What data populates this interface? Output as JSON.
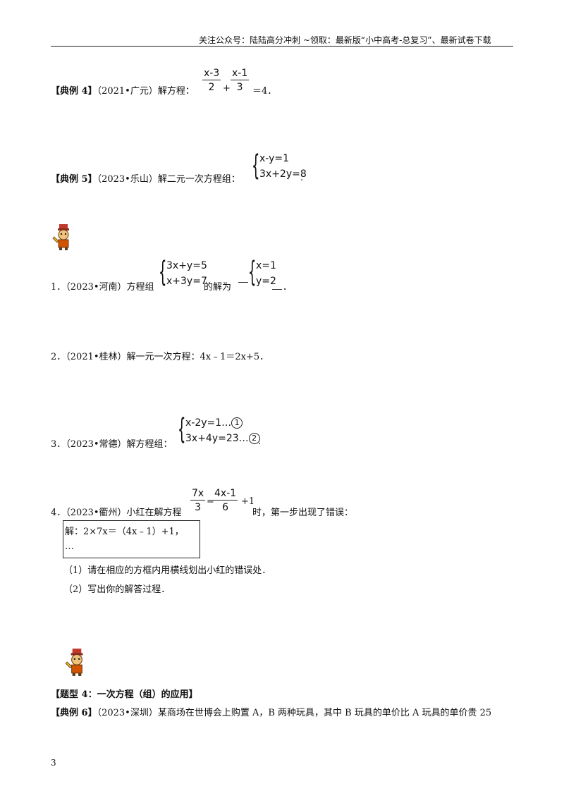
{
  "header": {
    "text": "关注公众号：陆陆高分冲刺   ~领取：最新版“小中高考-总复习”、最新试卷下载"
  },
  "ex4": {
    "label": "【典例 4】",
    "source": "（2021•广元）解方程：",
    "frac1_num": "x-3",
    "frac1_den": "2",
    "plus": "+",
    "frac2_num": "x-1",
    "frac2_den": "3",
    "tail": "＝4．"
  },
  "ex5": {
    "label": "【典例 5】",
    "source": "（2023•乐山）解二元一次方程组：",
    "eq1": "x-y=1",
    "eq2": "3x+2y=8",
    "tail": "."
  },
  "q1": {
    "prefix": "1．（2023•河南）方程组",
    "eq1": "3x+y=5",
    "eq2": "x+3y=7",
    "middle": "的解为",
    "ans1": "x=1",
    "ans2": "y=2",
    "tail": "．"
  },
  "q2": {
    "text": "2．（2021•桂林）解一元一次方程：4x﹣1＝2x+5．"
  },
  "q3": {
    "prefix": "3．（2023•常德）解方程组：",
    "eq1": "x-2y=1…",
    "mark1": "1",
    "eq2": "3x+4y=23…",
    "mark2": "2",
    "tail": "."
  },
  "q4": {
    "prefix": "4．（2023•衢州）小红在解方程",
    "frac1_num": "7x",
    "frac1_den": "3",
    "eq": "=",
    "frac2_num": "4x-1",
    "frac2_den": "6",
    "plus_one": "+1",
    "tail": "时，第一步出现了错误：",
    "box_line1": "解：2×7x＝（4x﹣1）+1，",
    "box_line2": "…",
    "sub1": "（1）请在相应的方框内用横线划出小红的错误处．",
    "sub2": "（2）写出你的解答过程．"
  },
  "type4": {
    "title": "【题型 4：一次方程（组）的应用】"
  },
  "ex6": {
    "label": "【典例 6】",
    "text": "（2023•深圳）某商场在世博会上购置 A，B 两种玩具，其中 B 玩具的单价比 A 玩具的单价贵 25"
  },
  "page_number": "3"
}
